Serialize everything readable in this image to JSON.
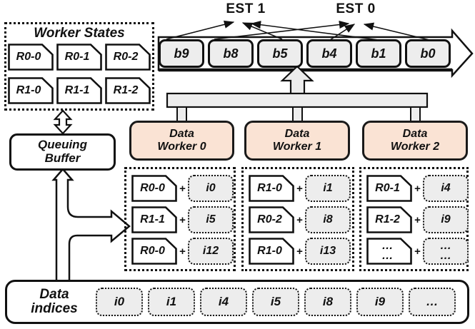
{
  "est_labels": [
    "EST 1",
    "EST 0"
  ],
  "batch_stream": {
    "blocks": [
      "b9",
      "b8",
      "b5",
      "b4",
      "b1",
      "b0"
    ]
  },
  "worker_states": {
    "title": "Worker States",
    "cells": [
      "R0-0",
      "R0-1",
      "R0-2",
      "R1-0",
      "R1-1",
      "R1-2"
    ]
  },
  "queuing_buffer": {
    "line1": "Queuing",
    "line2": "Buffer"
  },
  "plus": "+",
  "workers": [
    {
      "line1": "Data",
      "line2": "Worker 0",
      "queue": [
        {
          "state": "R0-0",
          "index": "i0"
        },
        {
          "state": "R1-1",
          "index": "i5"
        },
        {
          "state": "R0-0",
          "index": "i12"
        }
      ]
    },
    {
      "line1": "Data",
      "line2": "Worker 1",
      "queue": [
        {
          "state": "R1-0",
          "index": "i1"
        },
        {
          "state": "R0-2",
          "index": "i8"
        },
        {
          "state": "R1-0",
          "index": "i13"
        }
      ]
    },
    {
      "line1": "Data",
      "line2": "Worker 2",
      "queue": [
        {
          "state": "R0-1",
          "index": "i4"
        },
        {
          "state": "R1-2",
          "index": "i9"
        },
        {
          "state": "…\n…",
          "index": "…\n…"
        }
      ]
    }
  ],
  "data_indices": {
    "line1": "Data",
    "line2": "indices",
    "items": [
      "i0",
      "i1",
      "i4",
      "i5",
      "i8",
      "i9",
      "…"
    ]
  },
  "colors": {
    "worker_fill": "#FAE3D4",
    "cell_fill": "#EDEDED",
    "outline": "#111111"
  }
}
